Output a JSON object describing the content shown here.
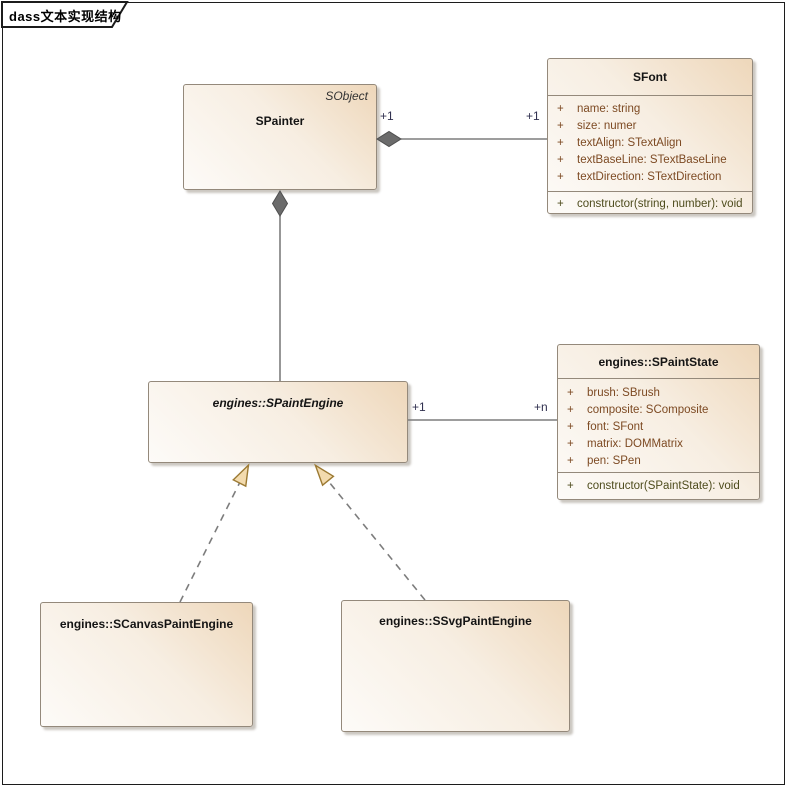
{
  "frame": {
    "label": "dass文本实现结构"
  },
  "symbols": {
    "visibility_public": "+"
  },
  "colors": {
    "box_border": "#94897b",
    "box_fill_hi": "#eed7ba",
    "box_fill_lo": "#fdfbf8",
    "attr_text": "#7d4a23",
    "op_text": "#4e4c1d",
    "label_text": "#30304f",
    "line_color": "#7d7d7d",
    "diamond_fill": "#6b6b6b",
    "tri_fill": "#f3dbae",
    "tri_stroke": "#9c7a33"
  },
  "classes": {
    "spainter": {
      "stereotype": "SObject",
      "name": "SPainter"
    },
    "sfont": {
      "name": "SFont",
      "attributes": [
        "name: string",
        "size: numer",
        "textAlign: STextAlign",
        "textBaseLine: STextBaseLine",
        "textDirection: STextDirection"
      ],
      "operations": [
        "constructor(string, number): void"
      ]
    },
    "spaintengine": {
      "name": "engines::SPaintEngine"
    },
    "spaintstate": {
      "name": "engines::SPaintState",
      "attributes": [
        "brush: SBrush",
        "composite: SComposite",
        "font: SFont",
        "matrix: DOMMatrix",
        "pen: SPen"
      ],
      "operations": [
        "constructor(SPaintState): void"
      ]
    },
    "scanvaspaintengine": {
      "name": "engines::SCanvasPaintEngine"
    },
    "ssvgpaintengine": {
      "name": "engines::SSvgPaintEngine"
    }
  },
  "connectors": {
    "spainter_sfont": {
      "source_label": "+1",
      "target_label": "+1"
    },
    "spaintengine_spaintstate": {
      "source_label": "+1",
      "target_label": "+n"
    }
  }
}
